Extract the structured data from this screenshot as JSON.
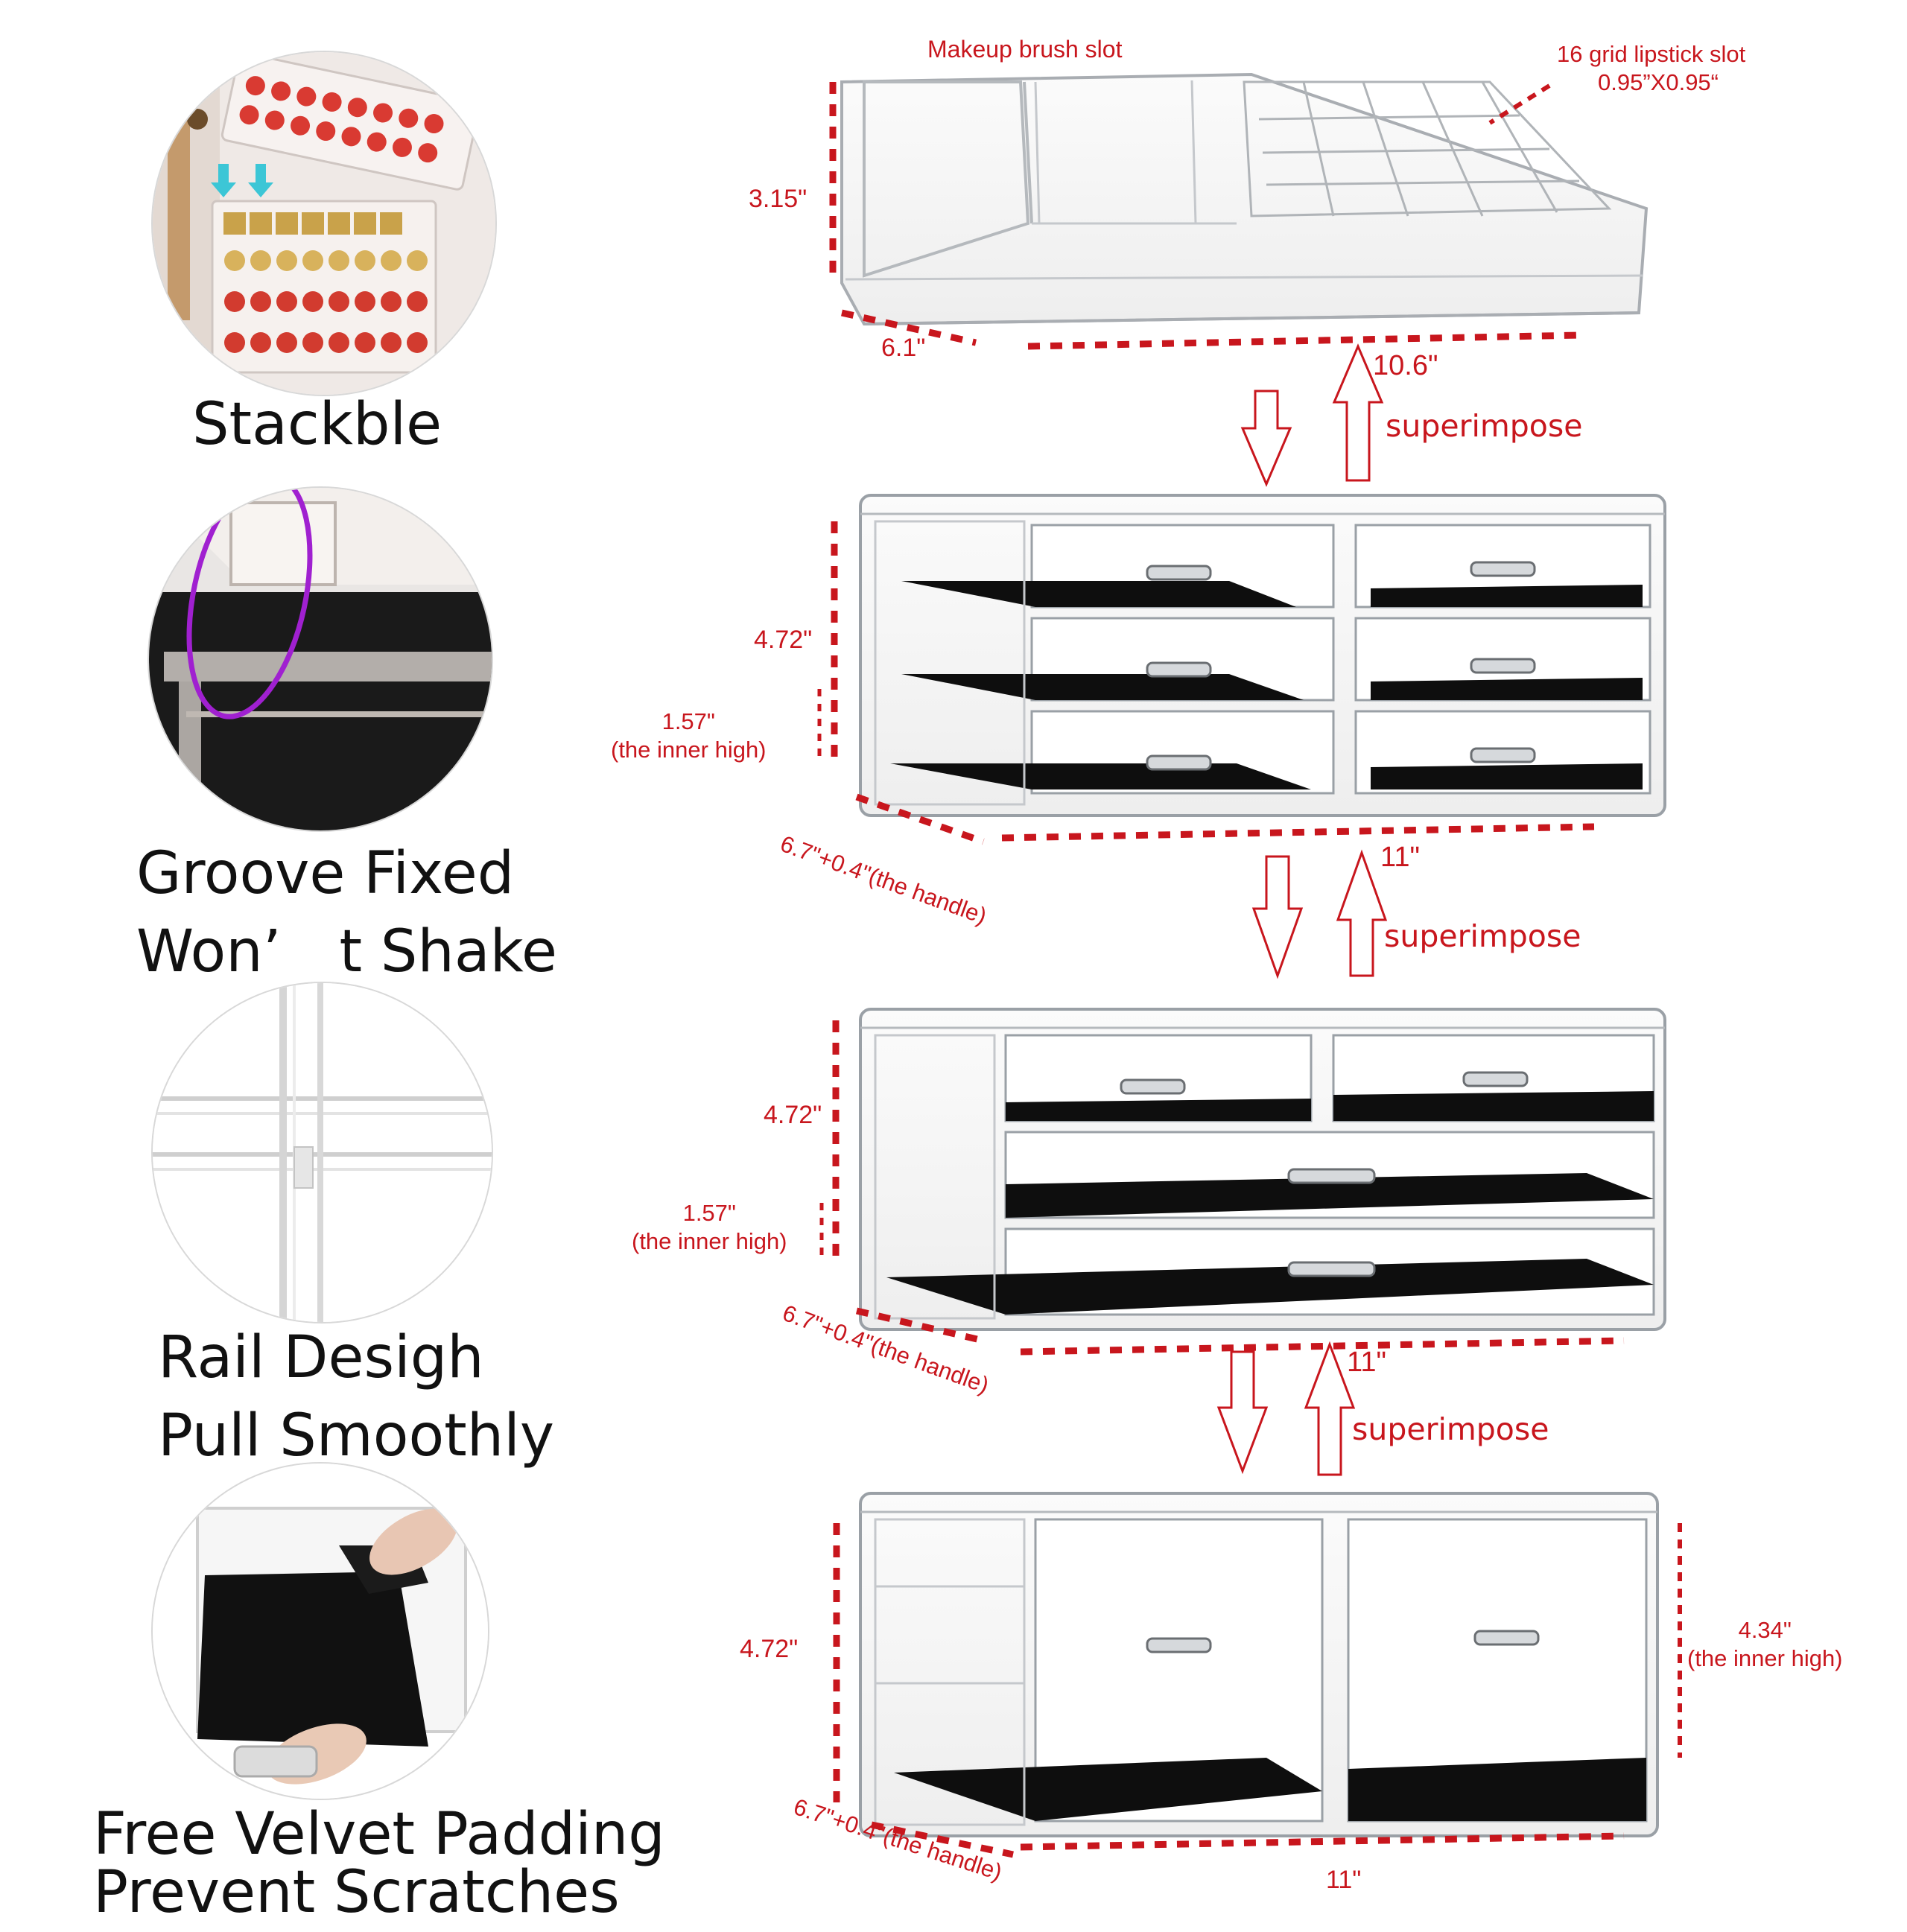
{
  "features": [
    {
      "title": "Stackble"
    },
    {
      "title_line1": "Groove Fixed",
      "title_line2": "Won’　t Shake"
    },
    {
      "title_line1": "Rail Desigh",
      "title_line2": "Pull Smoothly"
    },
    {
      "title_line1": "Free Velvet Padding",
      "title_line2": "Prevent Scratches"
    }
  ],
  "top_organizer": {
    "brush_slot_label": "Makeup brush slot",
    "lipstick_slot_label": "16 grid lipstick slot",
    "lipstick_slot_size": "0.95”X0.95“",
    "height": "3.15\"",
    "depth": "6.1\"",
    "width": "10.6\""
  },
  "superimpose_label": "superimpose",
  "tier1": {
    "height": "4.72\"",
    "inner_high_value": "1.57\"",
    "inner_high_note": "(the inner high)",
    "depth": "6.7\"+0.4\"(the handle)",
    "width": "11\""
  },
  "tier2": {
    "height": "4.72\"",
    "inner_high_value": "1.57\"",
    "inner_high_note": "(the inner high)",
    "depth": "6.7\"+0.4\"(the handle)",
    "width": "11\""
  },
  "tier3": {
    "height": "4.72\"",
    "inner_high_value": "4.34\"",
    "inner_high_note": "(the inner high)",
    "depth": "6.7\"+0.4\"(the handle)",
    "width": "11\""
  },
  "colors": {
    "dimension_red": "#c8161d",
    "velvet_black": "#0e0e0e",
    "acrylic_edge": "#9aa0a6",
    "highlight_purple": "#a020d0"
  }
}
